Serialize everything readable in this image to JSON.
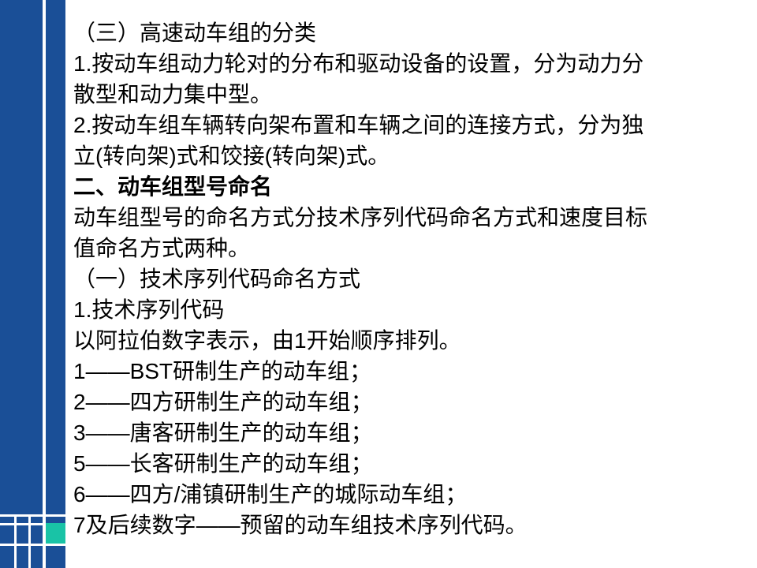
{
  "slide": {
    "accent_color": "#19c3a6",
    "sidebar_color": "#1a4f97",
    "lines": [
      {
        "text": "（三）高速动车组的分类",
        "bold": false
      },
      {
        "text": "1.按动车组动力轮对的分布和驱动设备的设置，分为动力分",
        "bold": false
      },
      {
        "text": "散型和动力集中型。",
        "bold": false
      },
      {
        "text": "2.按动车组车辆转向架布置和车辆之间的连接方式，分为独",
        "bold": false
      },
      {
        "text": "立(转向架)式和饺接(转向架)式。",
        "bold": false
      },
      {
        "text": "二、动车组型号命名",
        "bold": true
      },
      {
        "text": "动车组型号的命名方式分技术序列代码命名方式和速度目标",
        "bold": false
      },
      {
        "text": "值命名方式两种。",
        "bold": false
      },
      {
        "text": "（一）技术序列代码命名方式",
        "bold": false
      },
      {
        "text": "1.技术序列代码",
        "bold": false
      },
      {
        "text": "以阿拉伯数字表示，由1开始顺序排列。",
        "bold": false
      },
      {
        "text": "1——BST研制生产的动车组；",
        "bold": false
      },
      {
        "text": "2——四方研制生产的动车组；",
        "bold": false
      },
      {
        "text": "3——唐客研制生产的动车组；",
        "bold": false
      },
      {
        "text": "5——长客研制生产的动车组；",
        "bold": false
      },
      {
        "text": "6——四方/浦镇研制生产的城际动车组；",
        "bold": false
      },
      {
        "text": "7及后续数字——预留的动车组技术序列代码。",
        "bold": false
      }
    ]
  }
}
